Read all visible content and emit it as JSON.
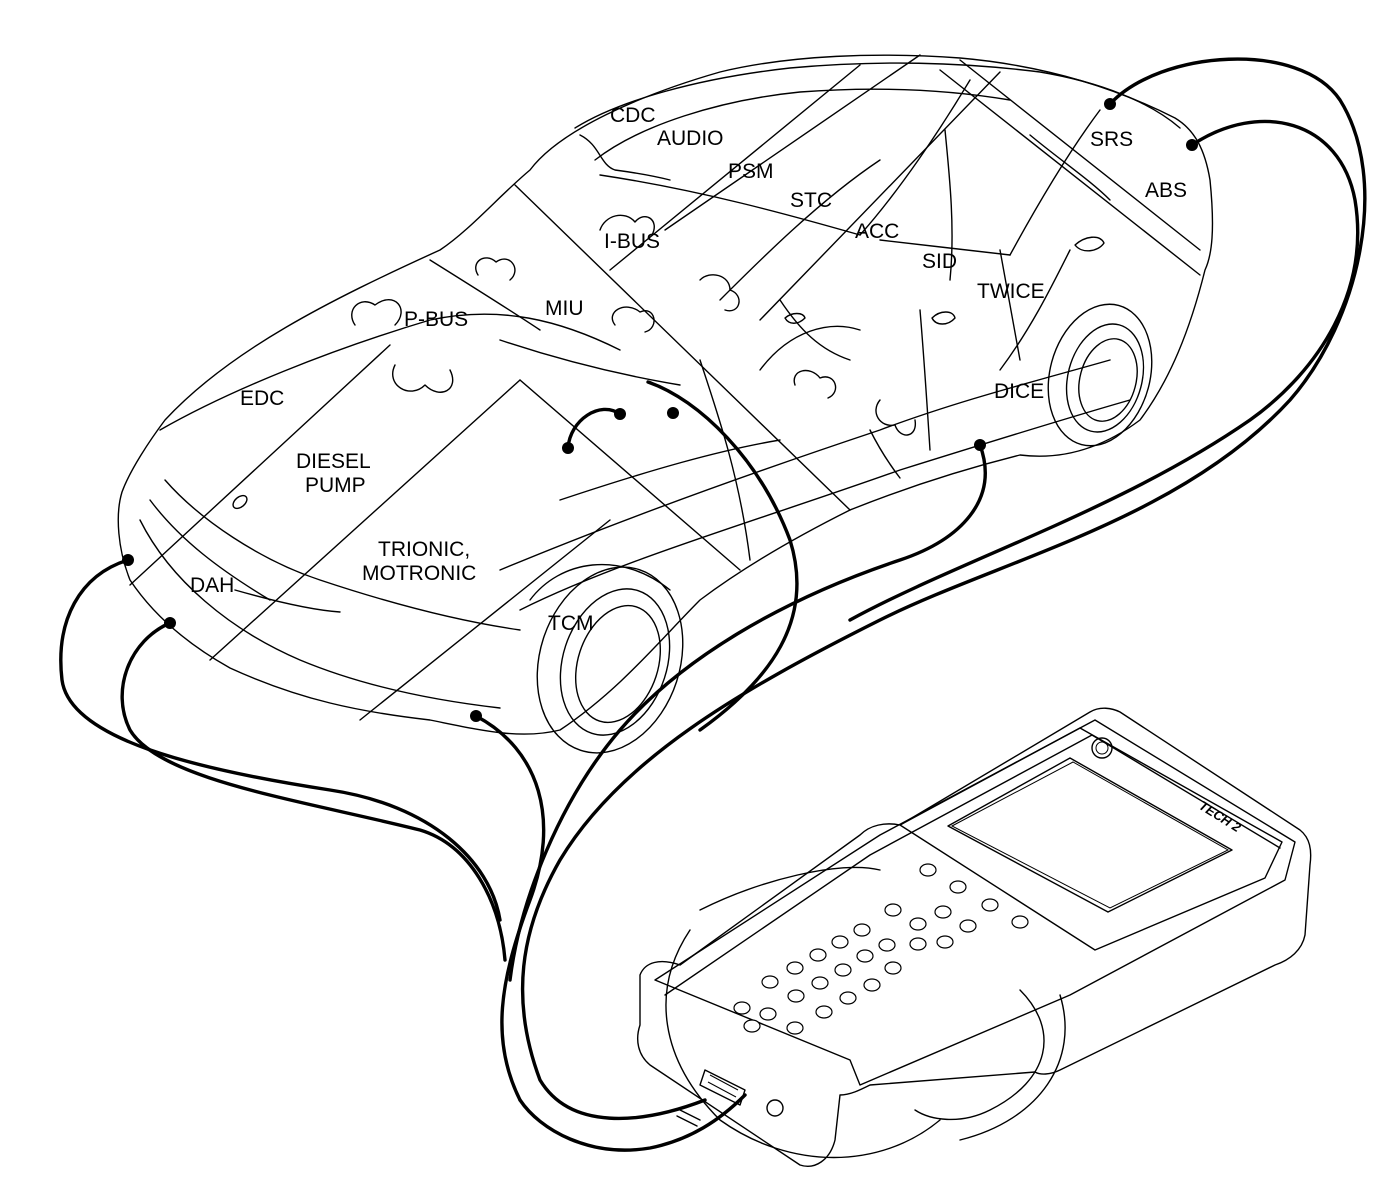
{
  "modules": {
    "cdc": "CDC",
    "audio": "AUDIO",
    "psm": "PSM",
    "stc": "STC",
    "srs": "SRS",
    "abs": "ABS",
    "ibus": "I-BUS",
    "acc": "ACC",
    "sid": "SID",
    "twice": "TWICE",
    "pbus": "P-BUS",
    "miu": "MIU",
    "dice": "DICE",
    "edc": "EDC",
    "diesel_pump_1": "DIESEL",
    "diesel_pump_2": "PUMP",
    "trionic_1": "TRIONIC,",
    "trionic_2": "MOTRONIC",
    "dah": "DAH",
    "tcm": "TCM"
  },
  "device": {
    "brand_label": "TECH 2"
  },
  "colors": {
    "line": "#000000",
    "background": "#ffffff"
  }
}
